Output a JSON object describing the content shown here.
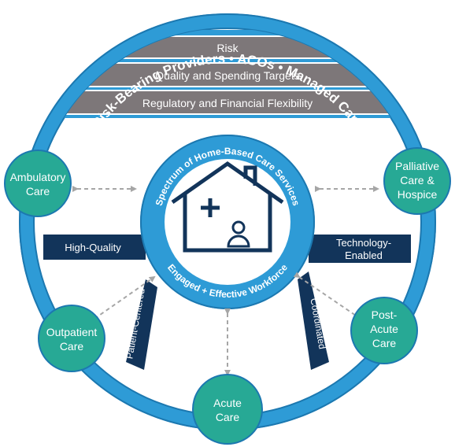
{
  "outer_ring_text": {
    "left": "Risk-Bearing Providers",
    "middle": "ACOs",
    "right": "Managed Care"
  },
  "bands": [
    "Risk",
    "Quality and Spending Targets",
    "Regulatory and Financial Flexibility"
  ],
  "inner_ring_text": {
    "top": "Spectrum of Home-Based Care Services",
    "bottom": "Engaged + Effective Workforce"
  },
  "spokes": {
    "left": "High-Quality",
    "right_line1": "Technology-",
    "right_line2": "Enabled",
    "bottom_left": "Patient-Centered",
    "bottom_right": "Coordinated"
  },
  "nodes": {
    "ambulatory": [
      "Ambulatory",
      "Care"
    ],
    "palliative": [
      "Palliative",
      "Care &",
      "Hospice"
    ],
    "outpatient": [
      "Outpatient",
      "Care"
    ],
    "acute": [
      "Acute",
      "Care"
    ],
    "post_acute": [
      "Post-",
      "Acute",
      "Care"
    ]
  },
  "colors": {
    "ring_blue": "#2e9bd6",
    "ring_border": "#1c78b0",
    "navy": "#12345a",
    "teal": "#27a995",
    "band_gray": "#7d7779",
    "arrow_gray": "#a6a6a6"
  }
}
